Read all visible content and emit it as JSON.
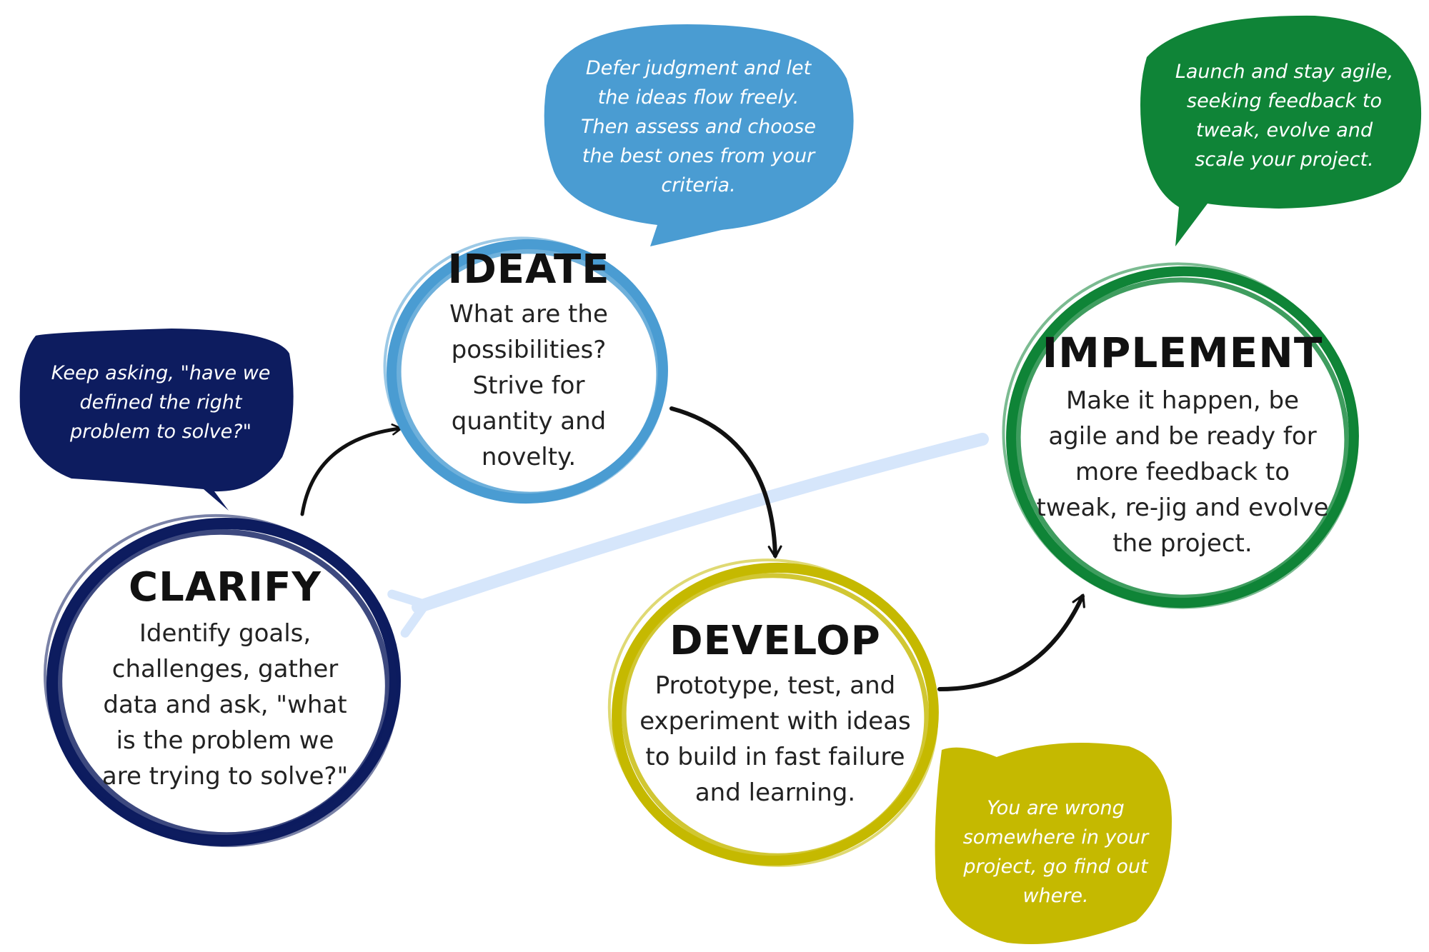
{
  "stages": {
    "clarify": {
      "title": "CLARIFY",
      "description": "Identify goals, challenges, gather data and ask, \"what is the problem we are trying to solve?\"",
      "color": "#0d1c5f"
    },
    "ideate": {
      "title": "IDEATE",
      "description": "What are the possibilities? Strive for quantity and novelty.",
      "color": "#4a9cd2"
    },
    "develop": {
      "title": "DEVELOP",
      "description": "Prototype, test, and experiment with ideas to build in fast failure and learning.",
      "color": "#c5b900"
    },
    "implement": {
      "title": "IMPLEMENT",
      "description": "Make it happen, be agile and be ready for more feedback to tweak, re-jig and evolve the project.",
      "color": "#0f8437"
    }
  },
  "bubbles": {
    "clarify": {
      "text": "Keep asking, \"have we defined the right problem to solve?\"",
      "color": "#0d1c5f"
    },
    "ideate": {
      "text": "Defer judgment and let the ideas flow freely. Then assess and choose the best ones from your criteria.",
      "color": "#4a9cd2"
    },
    "develop": {
      "text": "You are wrong somewhere in your project, go find out where.",
      "color": "#c5b900"
    },
    "implement": {
      "text": "Launch and stay agile, seeking feedback to tweak, evolve and scale your project.",
      "color": "#0f8437"
    }
  },
  "arrows": {
    "flow_color": "#111111",
    "return_color": "#d6e6fb"
  }
}
